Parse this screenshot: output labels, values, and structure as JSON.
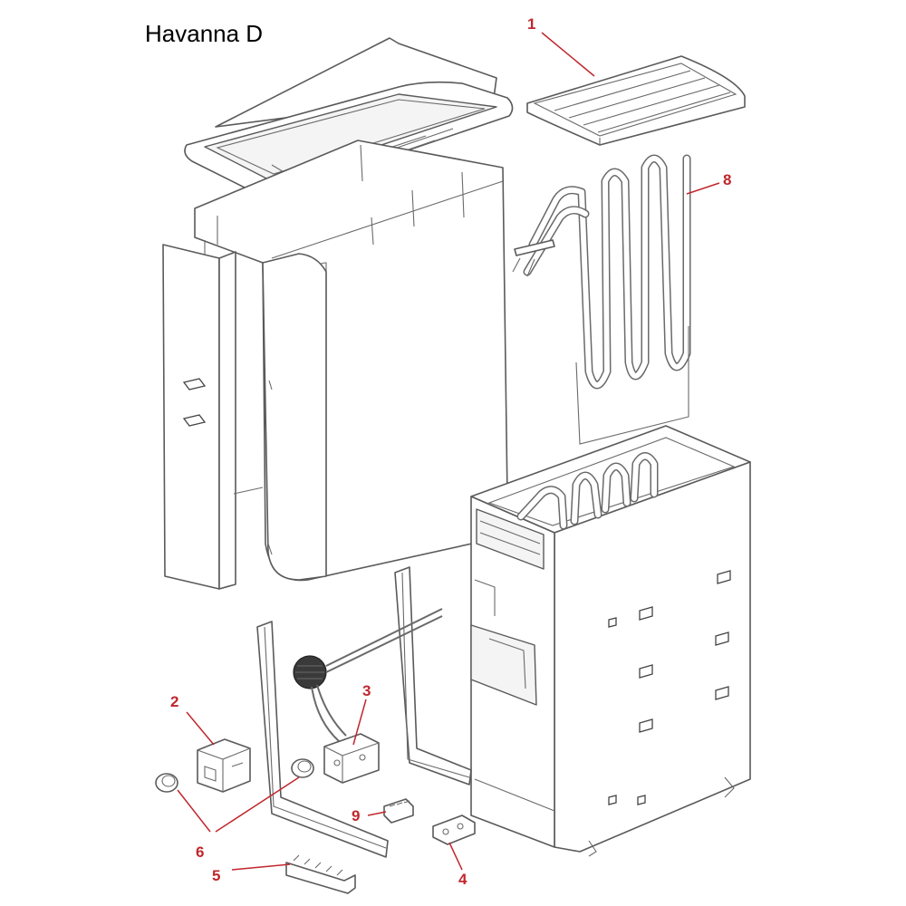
{
  "title": "Havanna D",
  "callouts": [
    {
      "label": "1"
    },
    {
      "label": "8"
    },
    {
      "label": "2"
    },
    {
      "label": "3"
    },
    {
      "label": "6"
    },
    {
      "label": "9"
    },
    {
      "label": "5"
    },
    {
      "label": "4"
    }
  ],
  "colors": {
    "callout": "#c0272d",
    "outline": "#5a5a5a",
    "title": "#000000"
  }
}
